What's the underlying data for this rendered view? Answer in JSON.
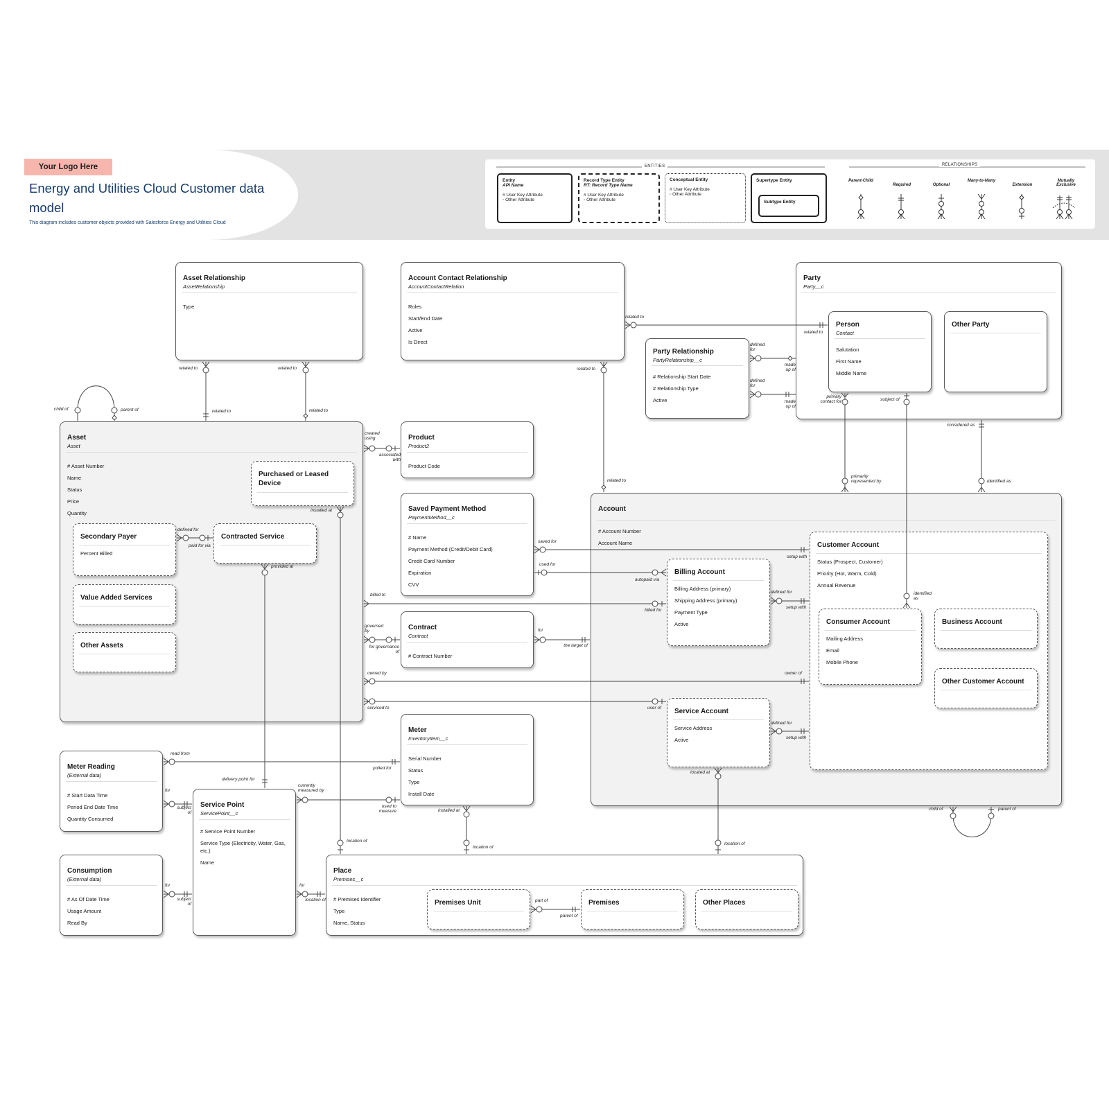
{
  "header": {
    "logo": "Your Logo Here",
    "title": "Energy and Utilities Cloud Customer data model",
    "subtitle": "This diagram includes customer objects provided with Salesforce Energy and Utilities Cloud"
  },
  "legend": {
    "entities_heading": "ENTITIES",
    "relationships_heading": "RELATIONSHIPS",
    "entity_types": [
      {
        "title": "Entity",
        "api": "API Name",
        "lines": [
          "# User Key Attribute",
          "◦ Other Attribute"
        ]
      },
      {
        "title": "Record Type Entity",
        "api": "RT: Record Type Name",
        "lines": [
          "# User Key Attribute",
          "◦ Other Attribute"
        ]
      },
      {
        "title": "Conceptual Entity",
        "api": "",
        "lines": [
          "# User Key Attribute",
          "◦ Other Attribute"
        ]
      },
      {
        "title": "Supertype Entity",
        "api": "",
        "lines": [],
        "inner": "Subtype Entity"
      }
    ],
    "relationship_types": [
      "Parent-Child",
      "Required",
      "Optional",
      "Many-to-Many",
      "Extension",
      "Mutually Exclusive"
    ]
  },
  "colors": {
    "line": "#444444",
    "border": "#5a5a5a",
    "title": "#153b6b",
    "logo_bg": "#f6b6ad",
    "header_bg": "#e3e3e3",
    "supertype_bg": "#f2f2f2"
  },
  "entities": {
    "asset_relationship": {
      "name": "Asset Relationship",
      "api": "AssetRelationship",
      "attrs": [
        "Type"
      ]
    },
    "account_contact_relationship": {
      "name": "Account Contact Relationship",
      "api": "AccountContactRelation",
      "attrs": [
        "Roles",
        "Start/End Date",
        "Active",
        "Is Direct"
      ]
    },
    "party": {
      "name": "Party",
      "api": "Party__c",
      "attrs": []
    },
    "person": {
      "name": "Person",
      "api": "Contact",
      "attrs": [
        "Salutation",
        "First Name",
        "Middle Name"
      ]
    },
    "other_party": {
      "name": "Other Party",
      "api": "",
      "attrs": []
    },
    "party_relationship": {
      "name": "Party Relationship",
      "api": "PartyRelationship__c",
      "attrs": [
        "# Relationship Start Date",
        "# Relationship Type",
        "Active"
      ]
    },
    "asset": {
      "name": "Asset",
      "api": "Asset",
      "attrs": [
        "# Asset Number",
        "Name",
        "Status",
        "Price",
        "Quantity"
      ]
    },
    "purchased_device": {
      "name": "Purchased or Leased Device",
      "api": "",
      "attrs": []
    },
    "secondary_payer": {
      "name": "Secondary Payer",
      "api": "",
      "attrs": [
        "Percent Billed"
      ]
    },
    "contracted_service": {
      "name": "Contracted Service",
      "api": "",
      "attrs": []
    },
    "value_added_services": {
      "name": "Value Added Services",
      "api": "",
      "attrs": []
    },
    "other_assets": {
      "name": "Other Assets",
      "api": "",
      "attrs": []
    },
    "product": {
      "name": "Product",
      "api": "Product2",
      "attrs": [
        "Product Code"
      ]
    },
    "saved_payment_method": {
      "name": "Saved Payment Method",
      "api": "PaymentMethod__c",
      "attrs": [
        "# Name",
        "Payment Method (Credit/Debit Card)",
        "Credit Card Number",
        "Expiration",
        "CVV"
      ]
    },
    "contract": {
      "name": "Contract",
      "api": "Contract",
      "attrs": [
        "# Contract Number"
      ]
    },
    "account": {
      "name": "Account",
      "api": "",
      "attrs": [
        "# Account Number",
        "Account Name"
      ]
    },
    "customer_account": {
      "name": "Customer Account",
      "api": "",
      "attrs": [
        "Status (Prospect, Customer)",
        "Priority (Hot, Warm, Cold)",
        "Annual Revenue"
      ]
    },
    "billing_account": {
      "name": "Billing Account",
      "api": "",
      "attrs": [
        "Billing Address (primary)",
        "Shipping Address (primary)",
        "Payment Type",
        "Active"
      ]
    },
    "consumer_account": {
      "name": "Consumer Account",
      "api": "",
      "attrs": [
        "Mailing Address",
        "Email",
        "Mobile Phone"
      ]
    },
    "business_account": {
      "name": "Business Account",
      "api": "",
      "attrs": []
    },
    "other_customer_account": {
      "name": "Other Customer Account",
      "api": "",
      "attrs": []
    },
    "service_account": {
      "name": "Service Account",
      "api": "",
      "attrs": [
        "Service Address",
        "Active"
      ]
    },
    "meter": {
      "name": "Meter",
      "api": "InventoryItem__c",
      "attrs": [
        "Serial Number",
        "Status",
        "Type",
        "Install Date"
      ]
    },
    "meter_reading": {
      "name": "Meter Reading",
      "api": "(External data)",
      "attrs": [
        "# Start Data Time",
        "Period End Date Time",
        "Quantity Consumed"
      ]
    },
    "service_point": {
      "name": "Service Point",
      "api": "ServicePoint__c",
      "attrs": [
        "# Service Point Number",
        "Service Type (Electricity, Water, Gas, etc.)",
        "Name"
      ]
    },
    "consumption": {
      "name": "Consumption",
      "api": "(External data)",
      "attrs": [
        "# As Of Date Time",
        "Usage Amount",
        "Read By"
      ]
    },
    "place": {
      "name": "Place",
      "api": "Premises__c",
      "attrs": [
        "# Premises Identifier",
        "Type",
        "Name, Status"
      ]
    },
    "premises_unit": {
      "name": "Premises Unit",
      "api": "",
      "attrs": []
    },
    "premises": {
      "name": "Premises",
      "api": "",
      "attrs": []
    },
    "other_places": {
      "name": "Other Places",
      "api": "",
      "attrs": []
    }
  },
  "relationship_labels": [
    "related to",
    "related to",
    "related to",
    "related to",
    "related to",
    "related to",
    "related to",
    "child of",
    "parent of",
    "defined for",
    "made up of",
    "defined for",
    "made up of",
    "primary contact for",
    "subject of",
    "primarily represented by",
    "considered as",
    "identified as",
    "created using",
    "associated with",
    "installed at",
    "defined for",
    "paid for via",
    "provided at",
    "saved for",
    "setup with",
    "used for",
    "autopaid via",
    "billed to",
    "billed for",
    "defined for",
    "setup with",
    "identified as",
    "governed by",
    "for governance of",
    "for",
    "the target of",
    "owned by",
    "owner of",
    "serviced to",
    "user of",
    "defined for",
    "setup with",
    "located at",
    "read from",
    "polled for",
    "for",
    "subject of",
    "delivery point for",
    "currently measured by",
    "used to measure",
    "installed at",
    "location of",
    "location of",
    "location of",
    "child of",
    "parent of",
    "for",
    "subject of",
    "for",
    "location of",
    "part of",
    "parent of"
  ]
}
